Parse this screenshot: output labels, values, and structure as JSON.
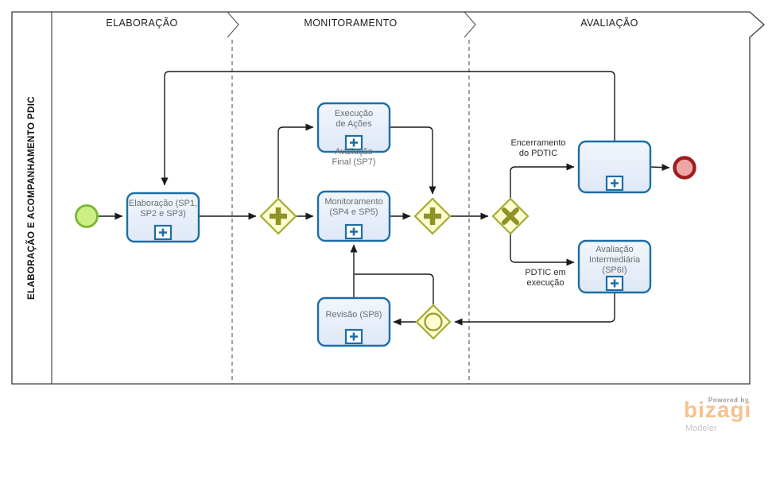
{
  "pool": {
    "title": "ELABORAÇÃO E ACOMPANHAMENTO PDIC"
  },
  "milestones": {
    "elaboracao": "ELABORAÇÃO",
    "monitoramento": "MONITORAMENTO",
    "avaliacao": "AVALIAÇÃO"
  },
  "tasks": {
    "elaboracao": "Elaboração (SP1, SP2 e SP3)",
    "execucao": "Execução de Ações",
    "monitoramento": "Monitoramento (SP4 e SP5)",
    "avaliacao_final": "Avaliação Final (SP7)",
    "avaliacao_intermediaria": "Avaliação Intermediária (SP6I)",
    "revisao": "Revisão (SP8)"
  },
  "flow_labels": {
    "encerramento": "Encerramento do PDTIC",
    "em_execucao": "PDTIC em execução"
  },
  "logo": {
    "powered_by": "Powered by",
    "brand": "bizagi",
    "product": "Modeler"
  },
  "colors": {
    "task_border": "#1c6ea4",
    "task_fill": "#e6edf9",
    "gateway_border": "#a9aa30",
    "gateway_fill": "#fcfdd0",
    "gateway_symbol": "#8e9227",
    "start_border": "#76b82a",
    "start_fill": "#cdee87",
    "end_border": "#a01d1f",
    "end_fill": "#eca6a6",
    "brand": "#f6c28e"
  }
}
